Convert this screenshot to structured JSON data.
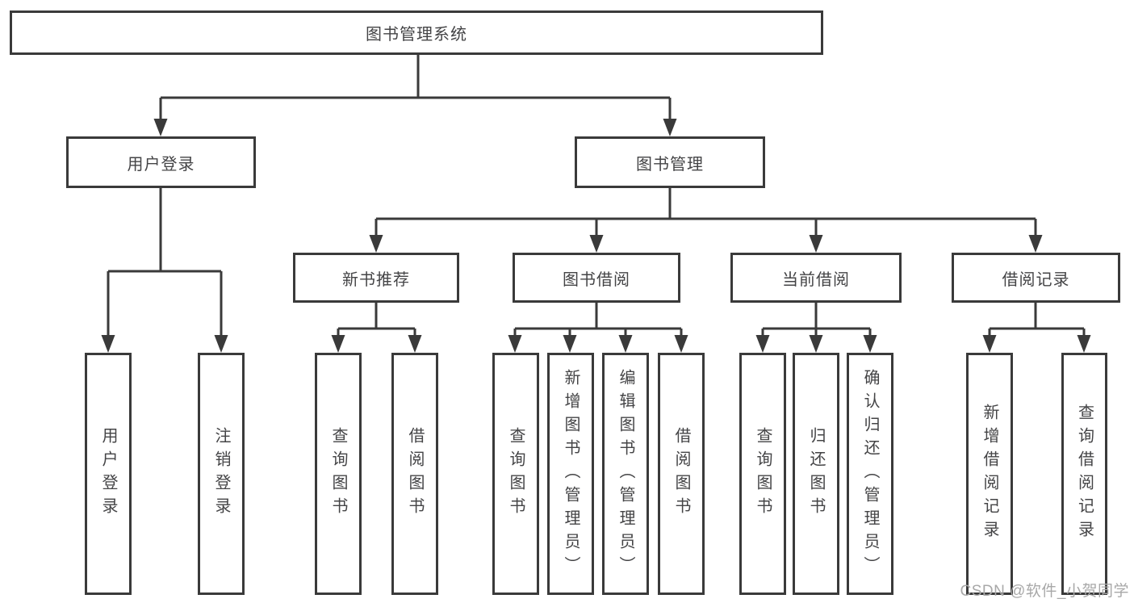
{
  "diagram": {
    "root": {
      "label": "图书管理系统",
      "children": [
        {
          "label": "用户登录",
          "children": [
            {
              "label": "用户登录"
            },
            {
              "label": "注销登录"
            }
          ]
        },
        {
          "label": "图书管理",
          "children": [
            {
              "label": "新书推荐",
              "children": [
                {
                  "label": "查询图书"
                },
                {
                  "label": "借阅图书"
                }
              ]
            },
            {
              "label": "图书借阅",
              "children": [
                {
                  "label": "查询图书"
                },
                {
                  "label": "新增图书（管理员）"
                },
                {
                  "label": "编辑图书（管理员）"
                },
                {
                  "label": "借阅图书"
                }
              ]
            },
            {
              "label": "当前借阅",
              "children": [
                {
                  "label": "查询图书"
                },
                {
                  "label": "归还图书"
                },
                {
                  "label": "确认归还（管理员）"
                }
              ]
            },
            {
              "label": "借阅记录",
              "children": [
                {
                  "label": "新增借阅记录"
                },
                {
                  "label": "查询借阅记录"
                }
              ]
            }
          ]
        }
      ]
    }
  },
  "colors": {
    "line": "#3a3a3a",
    "text": "#444446",
    "background": "#ffffff",
    "watermark": "#a8a8a8"
  },
  "watermark": {
    "text": "CSDN @软件_小贺同学"
  }
}
